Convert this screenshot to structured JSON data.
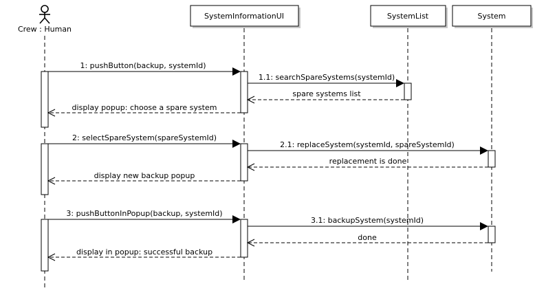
{
  "participants": {
    "crew": "Crew : Human",
    "ui": "SystemInformationUI",
    "list": "SystemList",
    "system": "System"
  },
  "messages": {
    "m1": "1: pushButton(backup, systemId)",
    "m1_1": "1.1: searchSpareSystems(systemId)",
    "r1_1": "spare systems list",
    "r1": "display popup: choose a spare system",
    "m2": "2: selectSpareSystem(spareSystemId)",
    "m2_1": "2.1: replaceSystem(systemId, spareSystemId)",
    "r2_1": "replacement is done",
    "r2": "display new backup popup",
    "m3": "3: pushButtonInPopup(backup, systemId)",
    "m3_1": "3.1: backupSystem(systemId)",
    "r3_1": "done",
    "r3": "display in popup: successful backup"
  }
}
